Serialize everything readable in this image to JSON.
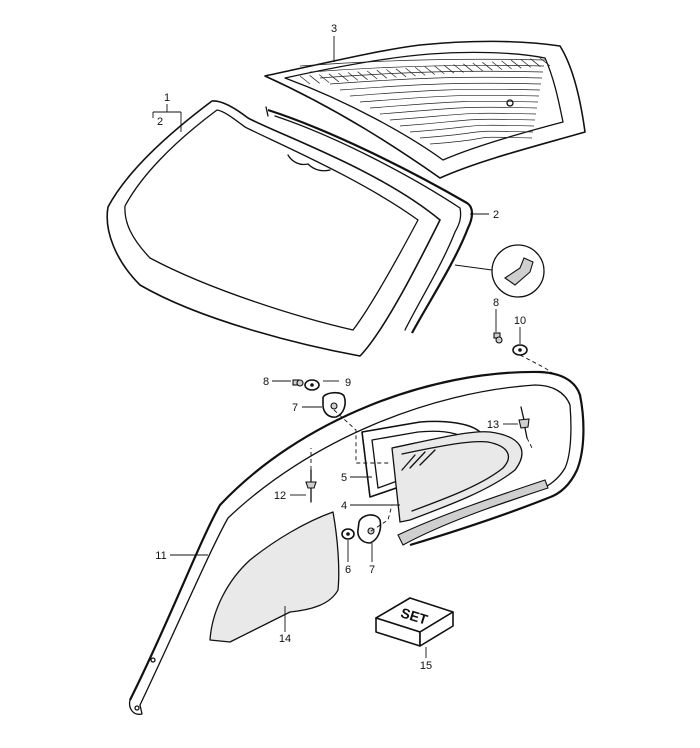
{
  "callouts": {
    "c1": "1",
    "c2_windshield": "2",
    "c2_seal": "2",
    "c3": "3",
    "c4": "4",
    "c5": "5",
    "c6": "6",
    "c7_left": "7",
    "c7_bottom": "7",
    "c8_top": "8",
    "c8_left": "8",
    "c9": "9",
    "c10": "10",
    "c11": "11",
    "c12": "12",
    "c13": "13",
    "c14": "14",
    "c15": "15"
  },
  "set_box": {
    "label": "SET"
  }
}
